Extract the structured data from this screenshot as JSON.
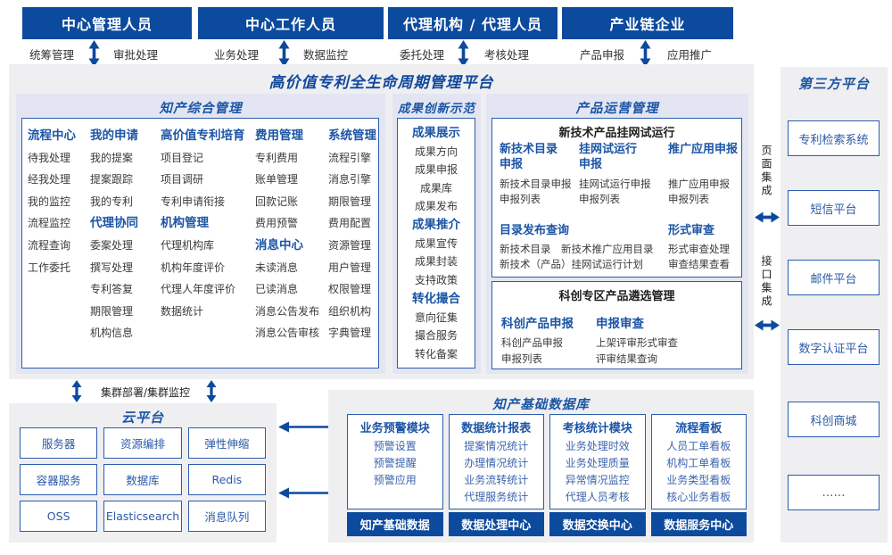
{
  "title": "高价值专利全生命周期管理平台",
  "top_groups": [
    {
      "title": "中心管理人员",
      "left": "统筹管理",
      "right": "审批处理"
    },
    {
      "title": "中心工作人员",
      "left": "业务处理",
      "right": "数据监控"
    },
    {
      "title": "代理机构 / 代理人员",
      "left": "委托处理",
      "right": "考核处理"
    },
    {
      "title": "产业链企业",
      "left": "产品申报",
      "right": "应用推广"
    }
  ],
  "sections": {
    "ipm": {
      "title": "知产综合管理",
      "col1": [
        {
          "t": "流程中心",
          "h": 1
        },
        "待我处理",
        "经我处理",
        "我的监控",
        "流程监控",
        "流程查询",
        "工作委托"
      ],
      "col2": [
        {
          "t": "我的申请",
          "h": 1
        },
        "我的提案",
        "提案跟踪",
        "我的专利",
        {
          "t": "代理协同",
          "h": 1
        },
        "委案处理",
        "撰写处理",
        "专利答复",
        "期限管理",
        "机构信息"
      ],
      "col3": [
        {
          "t": "高价值专利培育",
          "h": 1
        },
        "项目登记",
        "项目调研",
        "专利申请衔接",
        {
          "t": "机构管理",
          "h": 1
        },
        "代理机构库",
        "机构年度评价",
        "代理人年度评价",
        "数据统计"
      ],
      "col4": [
        {
          "t": "费用管理",
          "h": 1
        },
        "专利费用",
        "账单管理",
        "回款记账",
        "费用预警",
        {
          "t": "消息中心",
          "h": 1
        },
        "未读消息",
        "已读消息",
        "消息公告发布",
        "消息公告审核"
      ],
      "col5": [
        {
          "t": "系统管理",
          "h": 1
        },
        "流程引擎",
        "消息引擎",
        "期限管理",
        "费用配置",
        "资源管理",
        "用户管理",
        "权限管理",
        "组织机构",
        "字典管理"
      ]
    },
    "results": {
      "title": "成果创新示范",
      "col": [
        {
          "t": "成果展示",
          "h": 1
        },
        "成果方向",
        "成果申报",
        "成果库",
        "成果发布",
        {
          "t": "成果推介",
          "h": 1
        },
        "成果宣传",
        "成果封装",
        "支持政策",
        {
          "t": "转化撮合",
          "h": 1
        },
        "意向征集",
        "撮合服务",
        "转化备案"
      ]
    },
    "product": {
      "title": "产品运营管理",
      "box1": {
        "title": "新技术产品挂网试运行",
        "col1": [
          {
            "t": "新技术目录\n申报",
            "h": 1
          },
          "新技术目录申报",
          "申报列表"
        ],
        "col2": [
          {
            "t": "挂网试运行\n申报",
            "h": 1
          },
          "挂网试运行申报",
          "申报列表"
        ],
        "col3": [
          {
            "t": "推广应用申报",
            "h": 1
          },
          "推广应用申报",
          "申报列表"
        ],
        "left": [
          {
            "t": "目录发布查询",
            "h": 1
          },
          "新技术目录　新技术推广应用目录",
          "新技术（产品）挂网试运行计划"
        ],
        "right": [
          {
            "t": "形式审查",
            "h": 1
          },
          "形式审查处理",
          "审查结果查看"
        ]
      },
      "box2": {
        "title": "科创专区产品遴选管理",
        "col1": [
          {
            "t": "科创产品申报",
            "h": 1
          },
          "科创产品申报",
          "申报列表"
        ],
        "col2": [
          {
            "t": "申报审查",
            "h": 1
          },
          "上架评审形式审查",
          "评审结果查询"
        ]
      }
    }
  },
  "cloud": {
    "title": "云平台",
    "boxes": [
      "服务器",
      "资源编排",
      "弹性伸缩",
      "容器服务",
      "数据库",
      "Redis",
      "OSS",
      "Elasticsearch",
      "消息队列"
    ]
  },
  "db": {
    "title": "知产基础数据库",
    "col1": [
      {
        "t": "业务预警模块",
        "h": 1
      },
      "预警设置",
      "预警提醒",
      "预警应用"
    ],
    "col2": [
      {
        "t": "数据统计报表",
        "h": 1
      },
      "提案情况统计",
      "办理情况统计",
      "业务流转统计",
      "代理服务统计"
    ],
    "col3": [
      {
        "t": "考核统计模块",
        "h": 1
      },
      "业务处理时效",
      "业务处理质量",
      "异常情况监控",
      "代理人员考核"
    ],
    "col4": [
      {
        "t": "流程看板",
        "h": 1
      },
      "人员工单看板",
      "机构工单看板",
      "业务类型看板",
      "核心业务看板"
    ],
    "buttons": [
      "知产基础数据",
      "数据处理中心",
      "数据交换中心",
      "数据服务中心"
    ]
  },
  "thirdparty": {
    "title": "第三方平台",
    "boxes": [
      "专利检索系统",
      "短信平台",
      "邮件平台",
      "数字认证平台",
      "科创商城",
      "……"
    ]
  },
  "connectors": {
    "cluster_label": "集群部署/集群监控",
    "page_integration": "页面集成",
    "api_integration": "接口集成"
  },
  "colors": {
    "primary": "#0c4a9d",
    "blue_text": "#1c55a5",
    "border": "#2c5cab",
    "panel_gray": "#efeff1",
    "lavender": "#e3e6f2",
    "item_text": "#3b3b3b",
    "db_item_text": "#3c64ad"
  }
}
